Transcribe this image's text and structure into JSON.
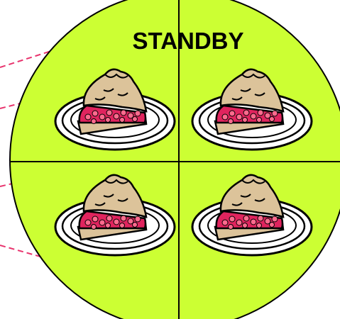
{
  "diagram": {
    "label": "STANDBY",
    "colors": {
      "disc_fill": "#ccff33",
      "outline": "#000000",
      "connector": "#e8336d",
      "cherry": "#e0245e",
      "crust": "#dcc39a",
      "plate": "#ffffff"
    },
    "quadrants": [
      {
        "name": "top-left",
        "icon": "pie-slice-on-plate-icon"
      },
      {
        "name": "top-right",
        "icon": "pie-slice-on-plate-icon"
      },
      {
        "name": "bottom-left",
        "icon": "pie-slice-on-plate-icon"
      },
      {
        "name": "bottom-right",
        "icon": "pie-slice-on-plate-icon"
      }
    ]
  }
}
